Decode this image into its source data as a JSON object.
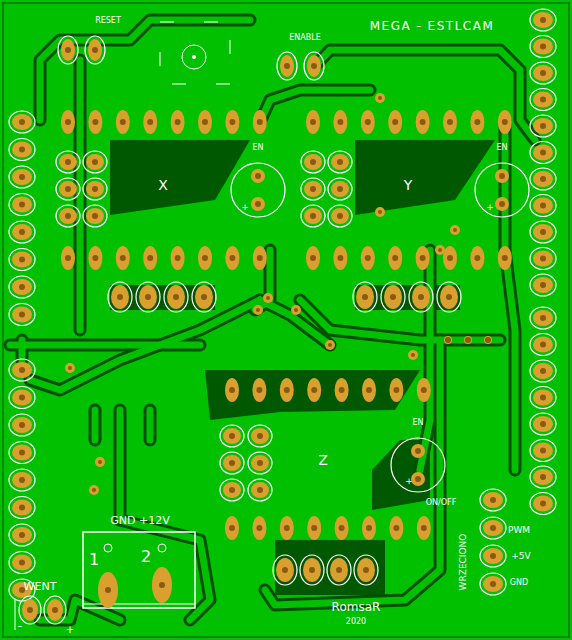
{
  "diagram": {
    "title": "MEGA - ESTLCAM",
    "labels": [
      "RESET",
      "ENABLE",
      "EN",
      "EN",
      "X",
      "Y",
      "+",
      "+",
      "EN",
      "Z",
      "+",
      "GND +12V",
      "ON/OFF",
      "PWM",
      "1",
      "2",
      "+5V",
      "WRZECIONO",
      "GND",
      "WENT",
      "RomsaR",
      "-",
      "+",
      "2020"
    ]
  }
}
